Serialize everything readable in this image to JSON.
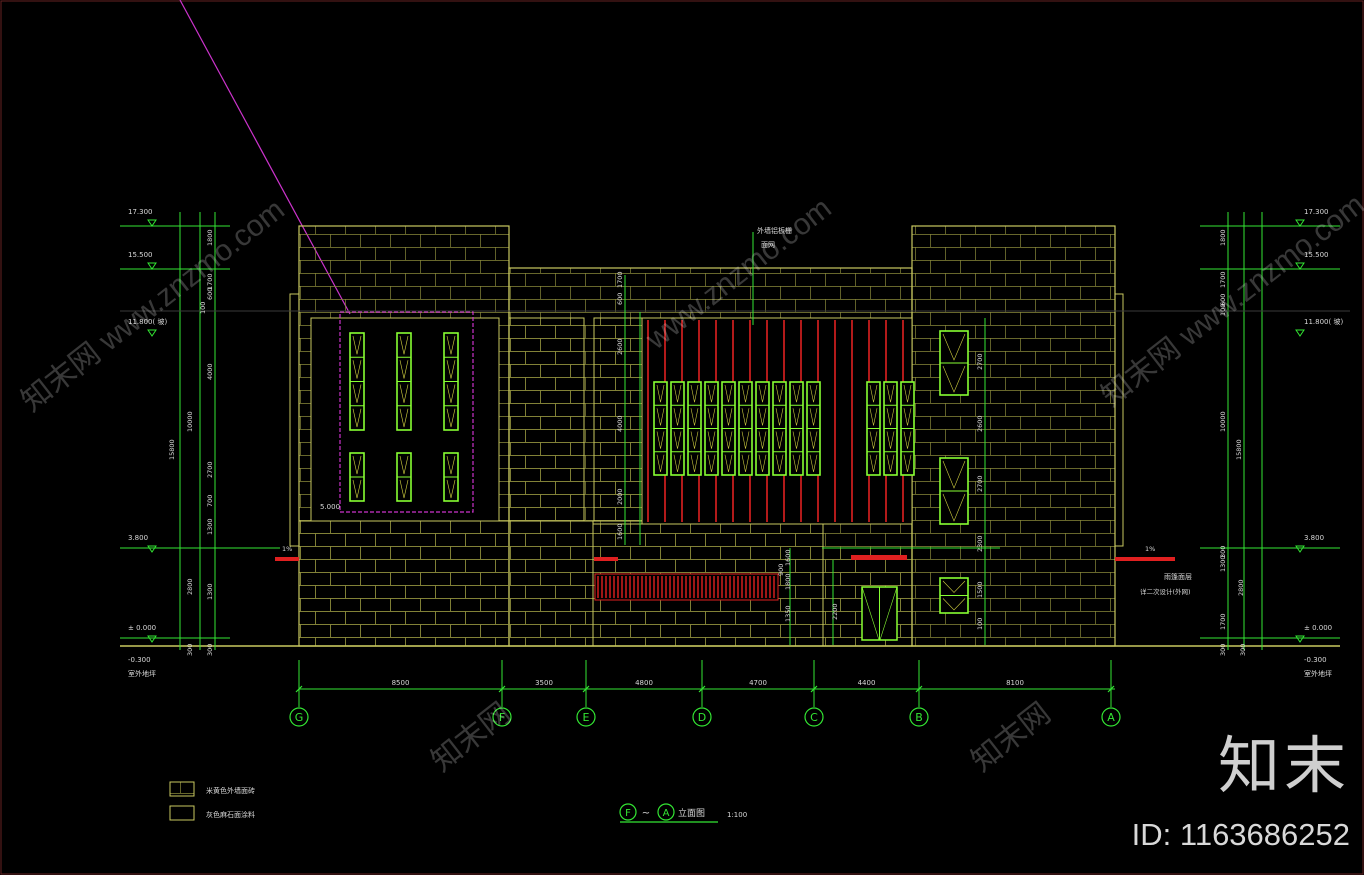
{
  "drawing": {
    "title_axis_from": "F",
    "title_axis_sep": "~",
    "title_axis_to": "A",
    "title_text": "立面图",
    "scale": "1:100",
    "legend": [
      {
        "text": "米黄色外墙面砖"
      },
      {
        "text": "灰色麻石面涂料"
      }
    ],
    "axes": [
      "G",
      "F",
      "E",
      "D",
      "C",
      "B",
      "A"
    ],
    "bay_dims": [
      "8500",
      "3500",
      "4800",
      "4700",
      "4400",
      "8100"
    ],
    "left_levels": [
      "17.300",
      "15.500",
      "11.800(    坡)",
      "3.800",
      "± 0.000",
      "-0.300",
      "室外地坪"
    ],
    "right_levels": [
      "17.300",
      "15.500",
      "11.800(    坡)",
      "3.800",
      "± 0.000",
      "-0.300",
      "室外地坪"
    ],
    "left_dims": [
      "1800",
      "1700",
      "600",
      "100",
      "4000",
      "10000",
      "15800",
      "2700",
      "700",
      "1300",
      "2800",
      "1300",
      "300",
      "300"
    ],
    "right_dims": [
      "1800",
      "1700",
      "600",
      "100",
      "10000",
      "15800",
      "2800",
      "300",
      "1300",
      "1700",
      "300",
      "300"
    ],
    "mid_dims": [
      "1700",
      "600",
      "2600",
      "4000",
      "2000",
      "1600"
    ],
    "right_mid_dims": [
      "2700",
      "2600",
      "2700",
      "2300",
      "1500",
      "100"
    ],
    "door_dims": [
      "1600",
      "900",
      "1800",
      "1350",
      "2200"
    ],
    "annotations": [
      "外墙铝板栅",
      "面网",
      "5.000",
      "雨篷面层",
      "详二次设计(外网)",
      "1%",
      "1%"
    ]
  },
  "watermark": {
    "logo": "知末",
    "id": "ID: 1163686252",
    "site": "www.znzmo.com",
    "cn": "知末网"
  },
  "colors": {
    "background": "#000000",
    "wall": "#c9c960",
    "dim": "#33e633",
    "accent_red": "#e02020",
    "window": "#88ff33",
    "magenta": "#cc33cc"
  }
}
